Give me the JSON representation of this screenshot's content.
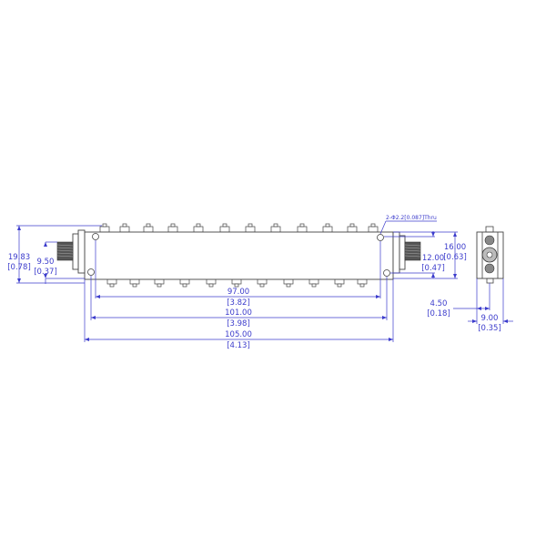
{
  "drawing": {
    "hole_note": "2-Φ2.2[0.087]Thru",
    "dimensions": {
      "height_total": {
        "mm": "19.83",
        "in": "[0.78]"
      },
      "connector_height": {
        "mm": "9.50",
        "in": "[0.37]"
      },
      "hole_spacing_inner": {
        "mm": "97.00",
        "in": "[3.82]"
      },
      "hole_spacing_outer": {
        "mm": "101.00",
        "in": "[3.98]"
      },
      "length_total": {
        "mm": "105.00",
        "in": "[4.13]"
      },
      "body_height": {
        "mm": "16.00",
        "in": "[0.63]"
      },
      "hole_vertical_spacing": {
        "mm": "12.00",
        "in": "[0.47]"
      },
      "connector_offset": {
        "mm": "4.50",
        "in": "[0.18]"
      },
      "body_width": {
        "mm": "9.00",
        "in": "[0.35]"
      }
    },
    "line_color": "#444444",
    "dimension_color": "#3c3ccc"
  }
}
